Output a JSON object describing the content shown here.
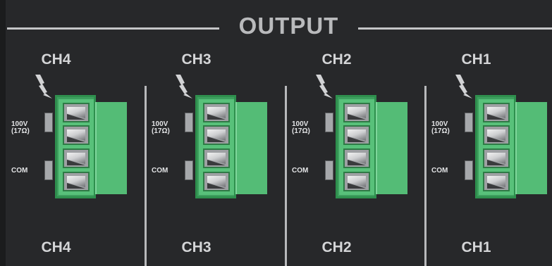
{
  "header": {
    "title": "OUTPUT"
  },
  "channels": [
    {
      "id": "ch4",
      "label": "CH4",
      "voltage": "100V",
      "impedance": "(17Ω)",
      "common": "COM"
    },
    {
      "id": "ch3",
      "label": "CH3",
      "voltage": "100V",
      "impedance": "(17Ω)",
      "common": "COM"
    },
    {
      "id": "ch2",
      "label": "CH2",
      "voltage": "100V",
      "impedance": "(17Ω)",
      "common": "COM"
    },
    {
      "id": "ch1",
      "label": "CH1",
      "voltage": "100V",
      "impedance": "(17Ω)",
      "common": "COM"
    }
  ],
  "colors": {
    "panel": "#27282a",
    "text": "#c9cacc",
    "terminal_green": "#58c17a",
    "terminal_frame": "#2e8f4d"
  }
}
